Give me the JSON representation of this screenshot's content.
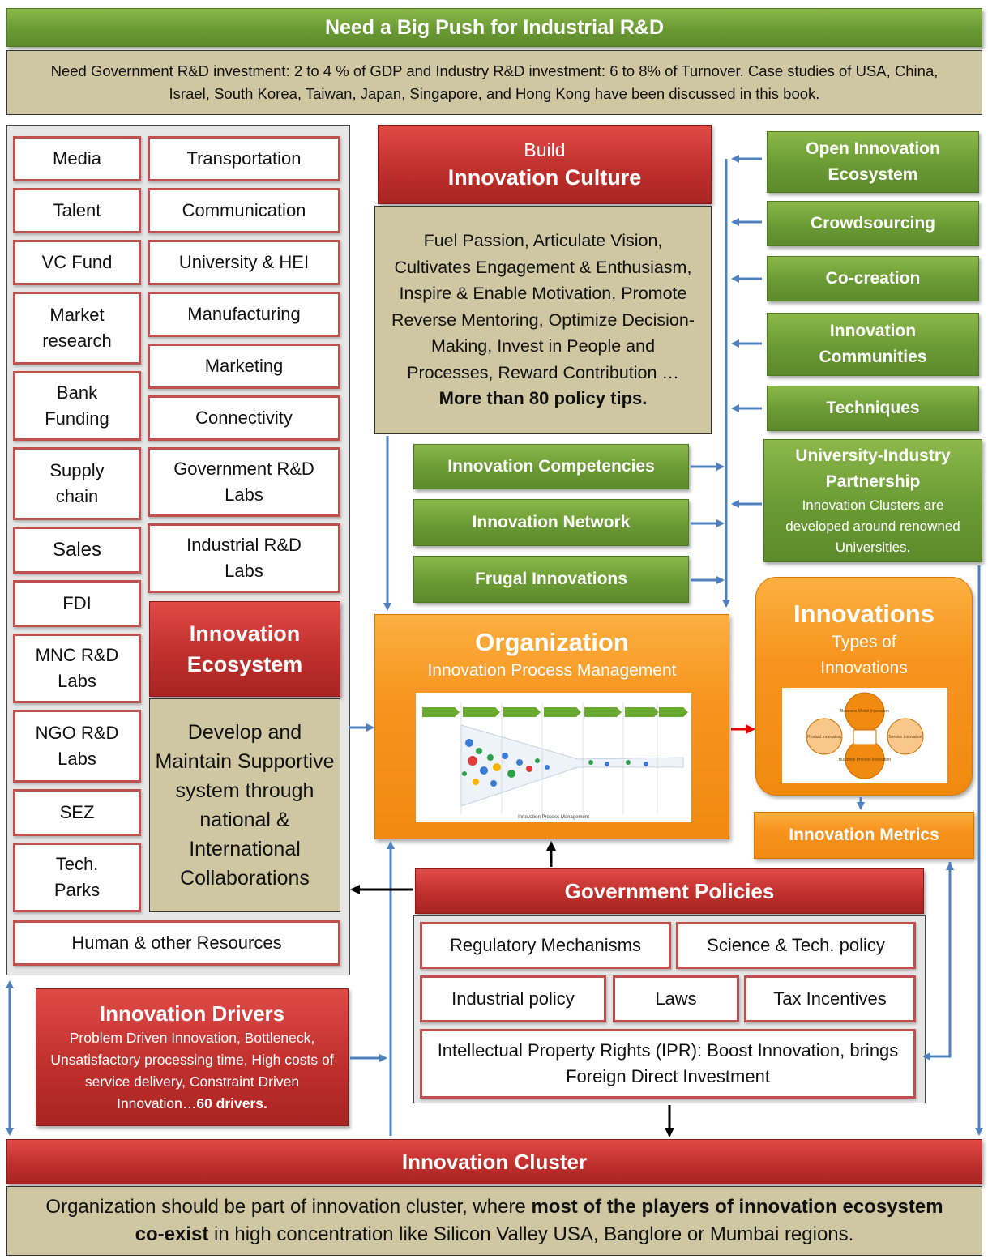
{
  "header": {
    "title": "Need a Big Push for Industrial R&D",
    "subtitle": "Need Government R&D investment: 2 to 4 % of GDP and Industry R&D investment: 6 to 8% of Turnover. Case studies of USA, China, Israel, South Korea, Taiwan, Japan, Singapore, and Hong Kong have been discussed in this book."
  },
  "ecosystem": {
    "left_col": [
      "Media",
      "Talent",
      "VC Fund",
      "Market research",
      "Bank Funding",
      "Supply chain",
      "Sales",
      "FDI",
      "MNC R&D Labs",
      "NGO R&D Labs",
      "SEZ",
      "Tech. Parks"
    ],
    "right_col": [
      "Transportation",
      "Communication",
      "University & HEI",
      "Manufacturing",
      "Marketing",
      "Connectivity",
      "Government R&D Labs",
      "Industrial R&D Labs"
    ],
    "bottom": "Human & other Resources",
    "title": "Innovation Ecosystem",
    "description": "Develop and Maintain Supportive system through national & International Collaborations"
  },
  "culture": {
    "pre": "Build",
    "title": "Innovation Culture",
    "description": "Fuel Passion, Articulate Vision, Cultivates Engagement & Enthusiasm, Inspire & Enable Motivation, Promote Reverse Mentoring, Optimize Decision-Making, Invest in People and Processes, Reward Contribution …",
    "tips": "More than 80 policy tips."
  },
  "right_stack": [
    {
      "label": "Open Innovation Ecosystem"
    },
    {
      "label": "Crowdsourcing"
    },
    {
      "label": "Co-creation"
    },
    {
      "label": "Innovation Communities"
    },
    {
      "label": "Techniques"
    }
  ],
  "partnership": {
    "title": "University-Industry Partnership",
    "note": "Innovation Clusters are developed around renowned Universities."
  },
  "mid_stack": [
    "Innovation Competencies",
    "Innovation Network",
    "Frugal Innovations"
  ],
  "organization": {
    "title": "Organization",
    "subtitle": "Innovation Process Management",
    "figure_caption": "Innovation Process Management"
  },
  "innovations": {
    "title": "Innovations",
    "subtitle": "Types of Innovations",
    "bubbles": [
      "Business Model Innovation",
      "Product Innovation",
      "Service Innovation",
      "Business Process Innovation"
    ]
  },
  "metrics": "Innovation Metrics",
  "policies": {
    "title": "Government Policies",
    "items": [
      "Regulatory Mechanisms",
      "Science & Tech. policy",
      "Industrial policy",
      "Laws",
      "Tax Incentives"
    ],
    "ipr": "Intellectual Property Rights (IPR): Boost Innovation, brings Foreign Direct Investment"
  },
  "drivers": {
    "title": "Innovation Drivers",
    "text": "Problem Driven Innovation, Bottleneck, Unsatisfactory processing time, High costs of service delivery, Constraint Driven Innovation…",
    "emph": "60 drivers."
  },
  "cluster": {
    "title": "Innovation Cluster",
    "text_a": "Organization should be part of innovation cluster, where ",
    "text_b": "most of the players of innovation ecosystem co-exist",
    "text_c": " in high concentration like Silicon Valley USA, Banglore or Mumbai regions."
  },
  "colors": {
    "green": "#6a9a34",
    "red": "#c0302d",
    "tan": "#cfc6a2",
    "orange": "#f7931e",
    "arrow_blue": "#4f81bd"
  }
}
